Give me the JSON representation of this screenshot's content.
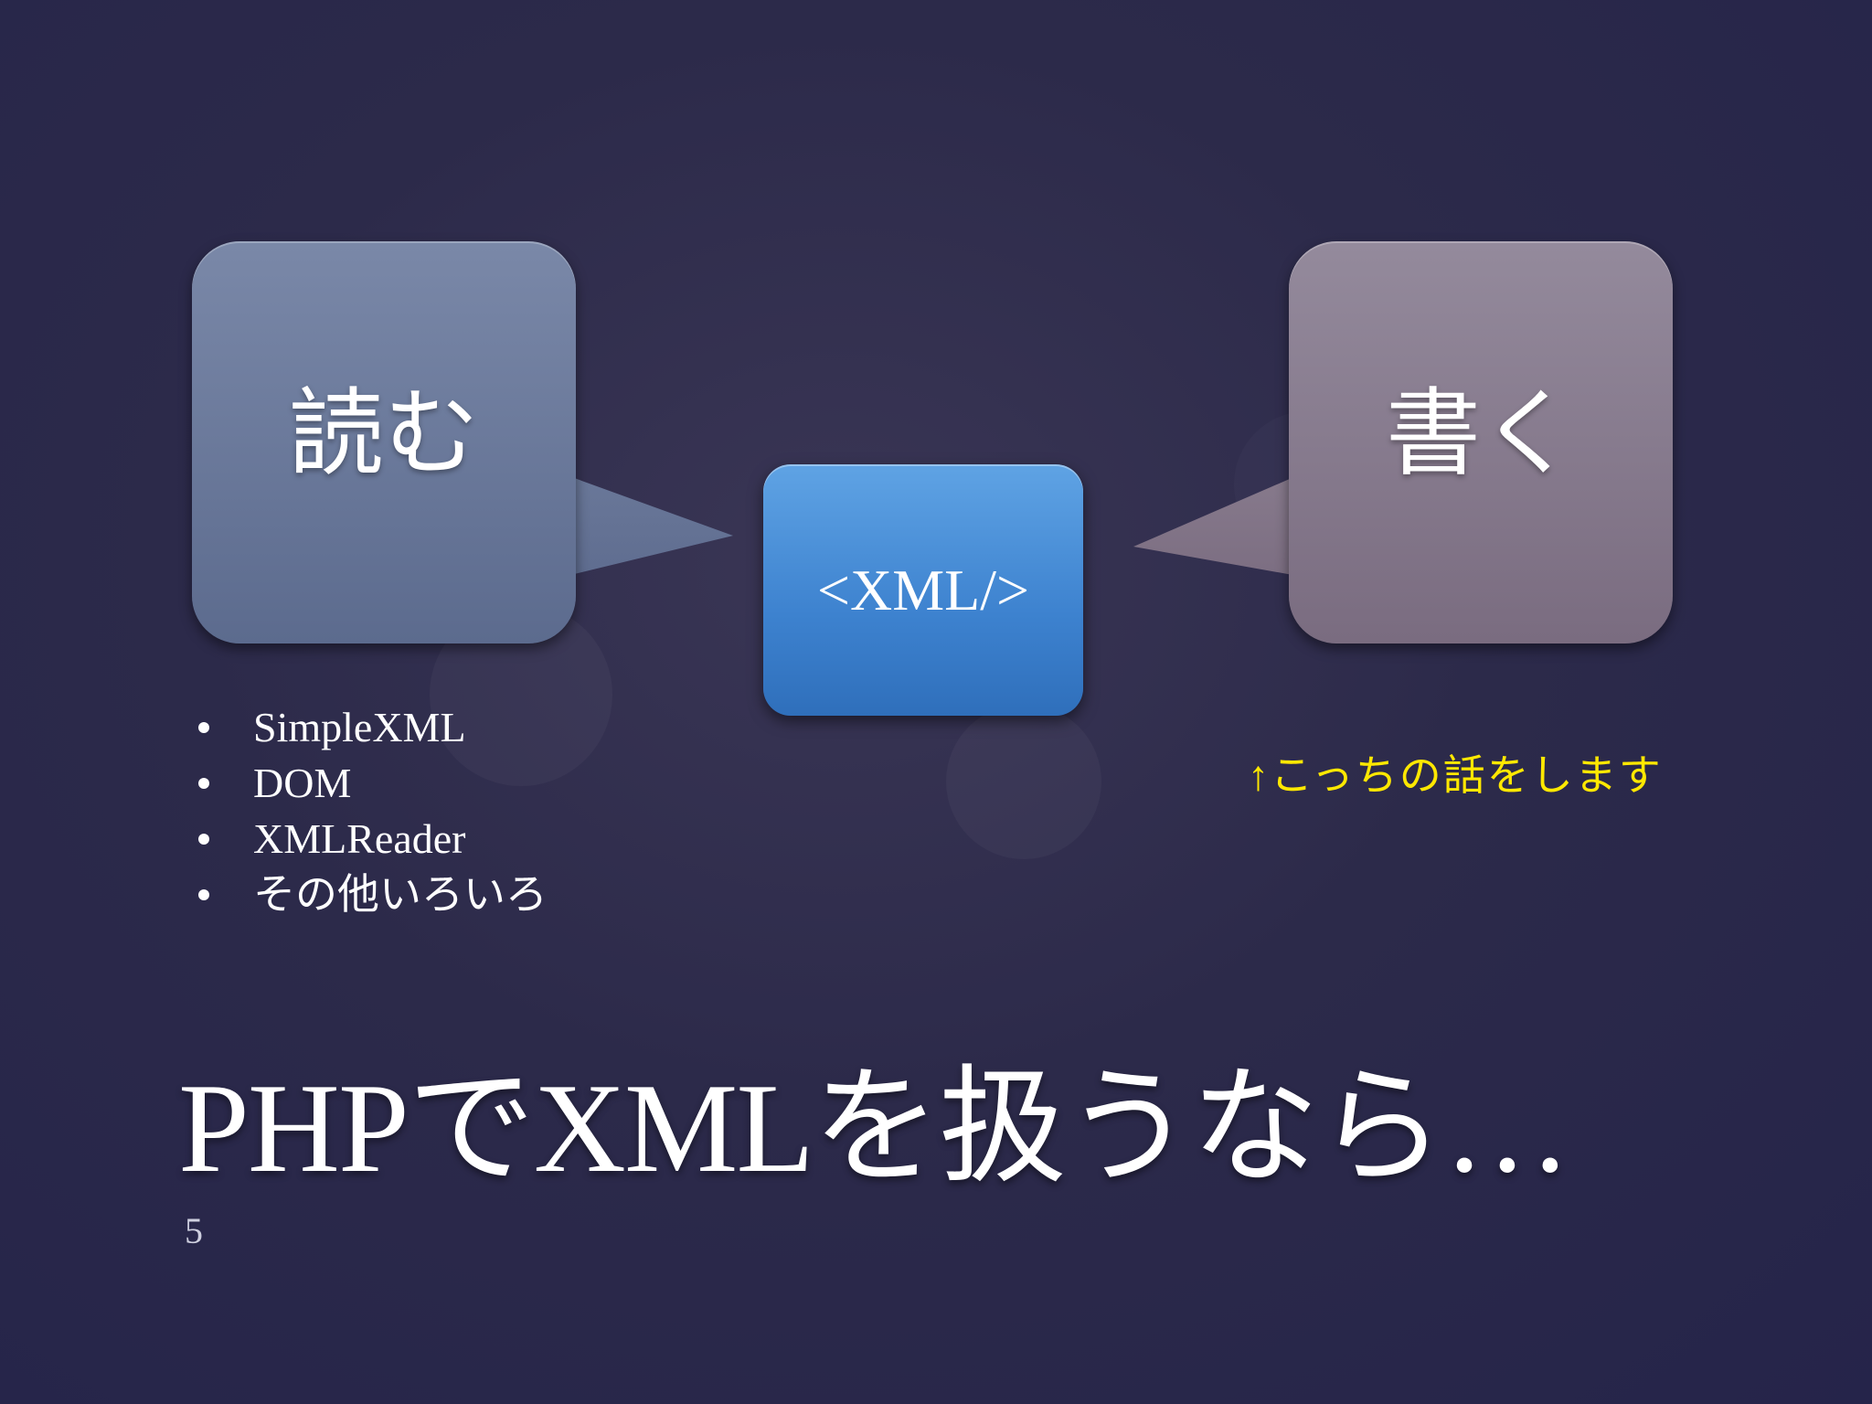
{
  "slide": {
    "read_label": "読む",
    "write_label": "書く",
    "xml_label": "<XML/>",
    "reader_items": [
      "SimpleXML",
      "DOM",
      "XMLReader",
      "その他いろいろ"
    ],
    "note": "↑こっちの話をします",
    "title": "PHPでXMLを扱うなら…",
    "page_number": "5"
  },
  "colors": {
    "background": "#2c2a4a",
    "read_box": "#6a7899",
    "write_box": "#857888",
    "xml_box": "#3d82cf",
    "note_text": "#ffe800"
  }
}
